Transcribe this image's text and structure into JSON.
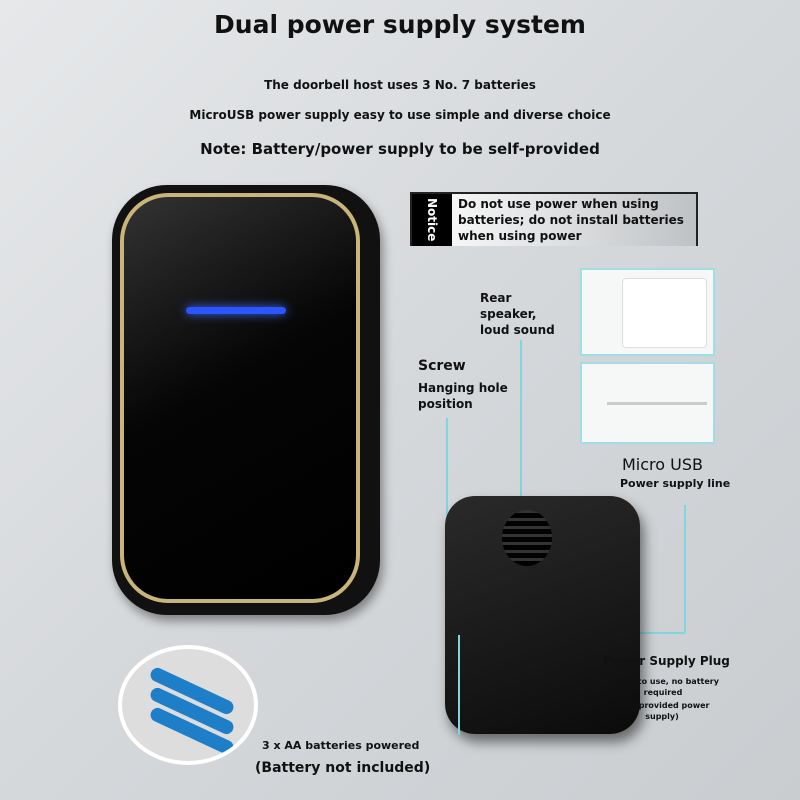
{
  "title": "Dual power supply system",
  "subtitle1": "The doorbell host uses 3 No. 7 batteries",
  "subtitle2": "MicroUSB power supply easy to use simple and diverse choice",
  "note": "Note: Battery/power supply to be self-provided",
  "notice": {
    "tag": "Notice",
    "text": "Do not use power when using batteries; do not install batteries when using power"
  },
  "labels": {
    "rear": "Rear speaker, loud sound",
    "screw": "Screw",
    "screw_sub": "Hanging hole position",
    "micro_usb": "Micro USB",
    "micro_usb_sub": "Power supply line",
    "plug": "Power Supply Plug",
    "plug_sub": "Ready to use, no battery required",
    "plug_note": "(Self-provided power supply)",
    "batteries": "3 x AA batteries powered",
    "battery_note": "(Battery not included)"
  },
  "colors": {
    "led": "#2a55ff",
    "trim": "#c9b57a",
    "callout": "#7fd6de"
  }
}
